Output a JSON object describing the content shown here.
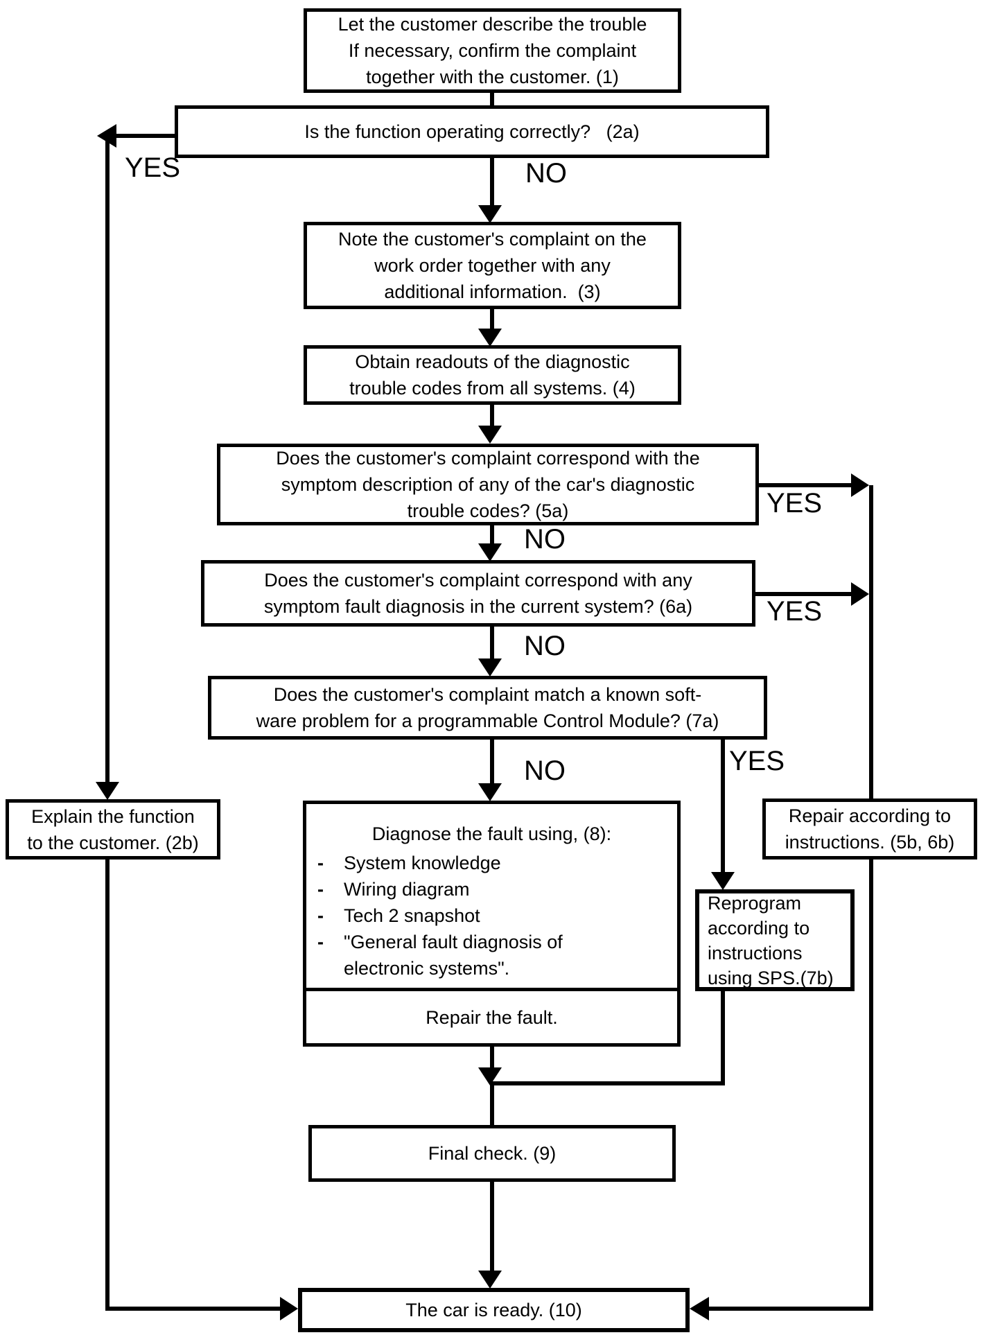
{
  "flow": {
    "boxes": {
      "b1": {
        "lines": [
          "Let the customer describe the trouble",
          "If necessary, confirm the complaint",
          "together with the customer. (1)"
        ]
      },
      "b2a": {
        "lines": [
          "Is the function operating correctly?   (2a)"
        ]
      },
      "b3": {
        "lines": [
          "Note the customer's complaint on the",
          "work order together with any",
          "additional information.  (3)"
        ]
      },
      "b4": {
        "lines": [
          "Obtain readouts of the diagnostic",
          "trouble codes from all systems. (4)"
        ]
      },
      "b5a": {
        "lines": [
          "Does the customer's complaint correspond with the",
          "symptom description of any of the car's diagnostic",
          "trouble codes? (5a)"
        ]
      },
      "b6a": {
        "lines": [
          "Does the customer's complaint correspond with any",
          "symptom fault diagnosis in the current system? (6a)"
        ]
      },
      "b7a": {
        "lines": [
          "Does the customer's complaint match a known soft-",
          "ware problem for a programmable Control Module? (7a)"
        ]
      },
      "b8": {
        "title": "Diagnose the fault using, (8):",
        "dash": "-",
        "items": [
          "System knowledge",
          "Wiring diagram",
          "Tech 2 snapshot",
          "\"General fault diagnosis of electronic systems\"."
        ],
        "footer": "Repair the fault."
      },
      "b2b": {
        "lines": [
          "Explain the function",
          "to the customer. (2b)"
        ]
      },
      "b5b6b": {
        "lines": [
          "Repair according to",
          "instructions. (5b, 6b)"
        ]
      },
      "b7b": {
        "lines": [
          "Reprogram",
          "according to",
          "instructions",
          "using SPS.(7b)"
        ]
      },
      "b9": {
        "lines": [
          "Final check. (9)"
        ]
      },
      "b10": {
        "lines": [
          "The car is ready. (10)"
        ]
      }
    },
    "labels": {
      "yes_2a": "YES",
      "no_2a": "NO",
      "yes_5a": "YES",
      "no_5a": "NO",
      "yes_6a": "YES",
      "no_6a": "NO",
      "yes_7a": "YES",
      "no_7a": "NO"
    },
    "colors": {
      "line": "#000000",
      "background": "#ffffff"
    }
  }
}
